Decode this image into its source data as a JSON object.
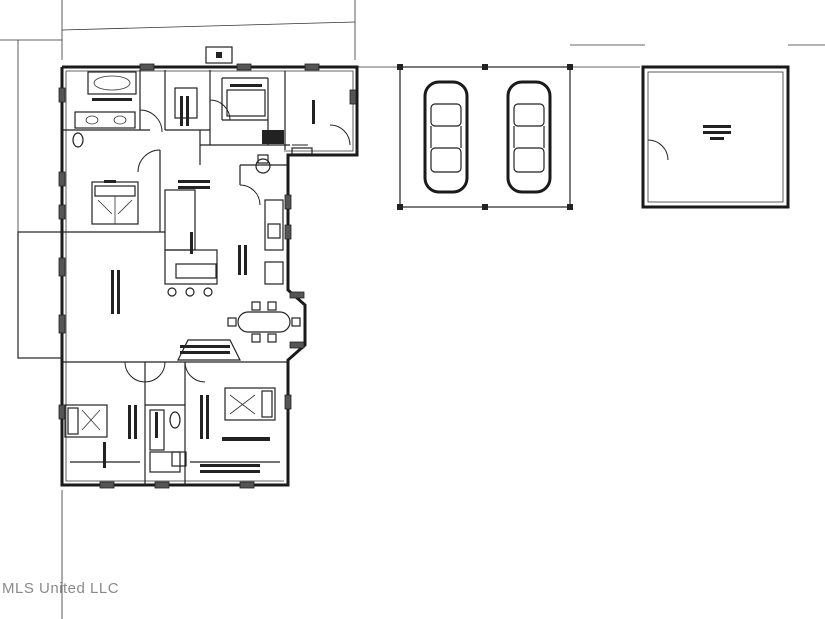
{
  "watermark": {
    "text": "MLS United LLC"
  },
  "diagram": {
    "type": "floor-plan",
    "rooms": [
      {
        "id": "master-bath"
      },
      {
        "id": "closet"
      },
      {
        "id": "utility"
      },
      {
        "id": "master-bedroom"
      },
      {
        "id": "kitchen"
      },
      {
        "id": "living-room"
      },
      {
        "id": "dining"
      },
      {
        "id": "bedroom-2"
      },
      {
        "id": "bedroom-3"
      },
      {
        "id": "hall-bath"
      },
      {
        "id": "carport"
      },
      {
        "id": "storage-building"
      }
    ]
  },
  "colors": {
    "line": "#1a1a1a",
    "background": "#ffffff",
    "watermark": "#8a8a8a"
  }
}
